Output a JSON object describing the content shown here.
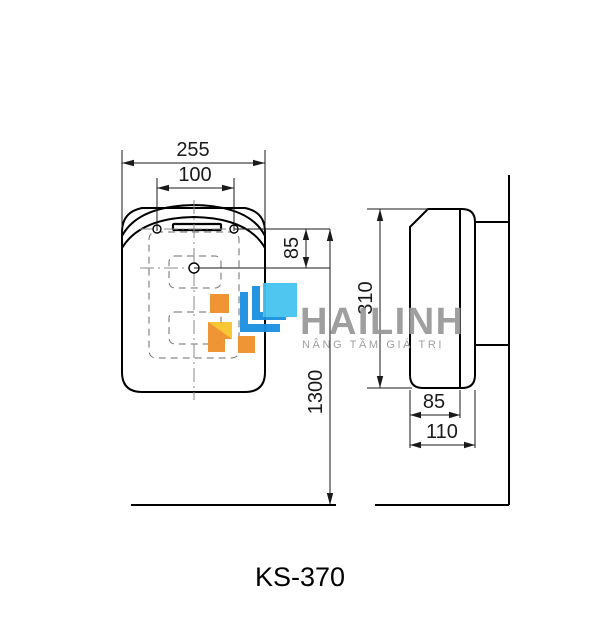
{
  "drawing": {
    "title": "KS-370",
    "views": {
      "front": {
        "name": "front-elevation"
      },
      "side": {
        "name": "side-elevation"
      }
    },
    "dimensions": {
      "overall_width": "255",
      "mount_spacing": "100",
      "top_offset": "85",
      "mount_height": "1300",
      "overall_height": "310",
      "body_depth": "85",
      "total_depth": "110"
    },
    "units_note": ""
  },
  "watermark": {
    "brand": "HAILINH",
    "tagline": "NÂNG TẦM GIÁ TRỊ",
    "color": "#9a9a9a",
    "logo_colors": {
      "orange": "#f0902c",
      "yellow": "#f7c52b",
      "blue": "#1a8fe0",
      "cyan": "#45c3f0"
    }
  },
  "style": {
    "line_color": "#000000",
    "dim_color": "#1a1a1a",
    "hidden_color": "#6e6e6e",
    "background": "#ffffff"
  }
}
